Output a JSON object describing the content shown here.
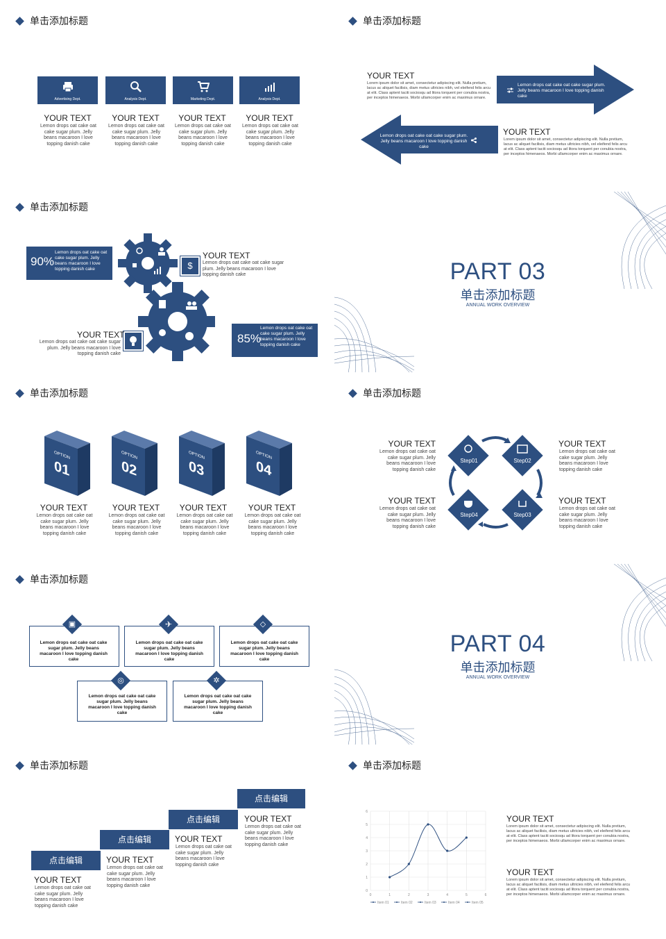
{
  "header_label": "单击添加标题",
  "slide1": {
    "depts": [
      "Advertising Dept.",
      "Analysis Dept.",
      "Marketing Dept.",
      "Analysis Dept."
    ],
    "titles": [
      "YOUR TEXT",
      "YOUR TEXT",
      "YOUR TEXT",
      "YOUR TEXT"
    ],
    "body": "Lemon drops oat cake oat cake sugar plum. Jelly beans macaroon I love topping danish cake"
  },
  "slide2": {
    "title1": "YOUR TEXT",
    "title2": "YOUR TEXT",
    "lorem": "Lorem ipsum dolor sit amet, consectetur adipiscing elit. Nulla pretium, lacus ac aliquet facilisis, diam metus ultricies nibh, vel eleifend felis arcu at elit. Class aptent taciti sociosqu ad litora torquent per conubia nostra, per inceptos himenaeos. Morbi ullamcorper enim ac maximus ornare.",
    "arrow1": "Lemon drops oat cake oat cake sugar plum. Jelly beans macaroon I love topping danish cake",
    "arrow2": "Lemon drops oat cake oat cake sugar plum. Jelly beans macaroon I love topping danish cake"
  },
  "slide3": {
    "pct1": "90%",
    "pct2": "85%",
    "box1": "Lemon drops oat cake oat cake sugar plum. Jelly beans macaroon I love topping danish cake",
    "box2": "Lemon drops oat cake oat cake sugar plum. Jelly beans macaroon I love topping danish cake",
    "t1": "YOUR TEXT",
    "t2": "YOUR TEXT",
    "b1": "Lemon drops oat cake oat cake sugar plum. Jelly beans macaroon I love topping danish cake",
    "b2": "Lemon drops oat cake oat cake sugar plum. Jelly beans macaroon I love topping danish cake"
  },
  "part03": {
    "part": "PART 03",
    "title": "单击添加标题",
    "sub": "ANNUAL WORK OVERVIEW"
  },
  "slide5": {
    "options": [
      {
        "label": "OPTION",
        "num": "01"
      },
      {
        "label": "OPTION",
        "num": "02"
      },
      {
        "label": "OPTION",
        "num": "03"
      },
      {
        "label": "OPTION",
        "num": "04"
      }
    ],
    "titles": [
      "YOUR TEXT",
      "YOUR TEXT",
      "YOUR TEXT",
      "YOUR TEXT"
    ],
    "body": "Lemon drops oat cake oat cake sugar plum. Jelly beans macaroon I love topping danish cake"
  },
  "slide6": {
    "steps": [
      "Step01",
      "Step02",
      "Step03",
      "Step04"
    ],
    "titles": [
      "YOUR TEXT",
      "YOUR TEXT",
      "YOUR TEXT",
      "YOUR TEXT"
    ],
    "body": "Lemon drops oat cake oat cake sugar plum. Jelly beans macaroon I love topping danish cake"
  },
  "slide7": {
    "body": "Lemon drops oat cake oat cake sugar plum. Jelly beans macaroon I love topping danish cake"
  },
  "part04": {
    "part": "PART 04",
    "title": "单击添加标题",
    "sub": "ANNUAL WORK OVERVIEW"
  },
  "slide9": {
    "steps": [
      "点击编辑",
      "点击编辑",
      "点击编辑",
      "点击编辑"
    ],
    "titles": [
      "YOUR TEXT",
      "YOUR TEXT",
      "YOUR TEXT",
      "YOUR TEXT"
    ],
    "body": "Lemon drops oat cake oat cake sugar plum. Jelly beans macaroon I love topping danish cake"
  },
  "slide10": {
    "title1": "YOUR TEXT",
    "title2": "YOUR TEXT",
    "lorem": "Lorem ipsum dolor sit amet, consectetur adipiscing elit. Nulla pretium, lacus ac aliquet facilisis, diam metus ultricies nibh, vel eleifend felis arcu at elit. Class aptent taciti sociosqu ad litora torquent per conubia nostra, per inceptos himenaeos. Morbi ullamcorper enim ac maximus ornare."
  },
  "chart_data": {
    "type": "line",
    "x": [
      1,
      2,
      3,
      4,
      5
    ],
    "values": [
      1,
      2,
      5,
      3,
      4
    ],
    "xlim": [
      0,
      6
    ],
    "ylim": [
      0,
      6
    ],
    "xticks": [
      "0",
      "1",
      "2",
      "3",
      "4",
      "5",
      "6"
    ],
    "yticks": [
      "0",
      "1",
      "2",
      "3",
      "4",
      "5",
      "6"
    ],
    "legend": [
      "Item 01",
      "Item 02",
      "Item 03",
      "Item 04",
      "Item 05"
    ],
    "legend_position": "bottom",
    "grid": true,
    "color": "#2d4f80"
  },
  "colors": {
    "accent": "#2d4f80"
  }
}
